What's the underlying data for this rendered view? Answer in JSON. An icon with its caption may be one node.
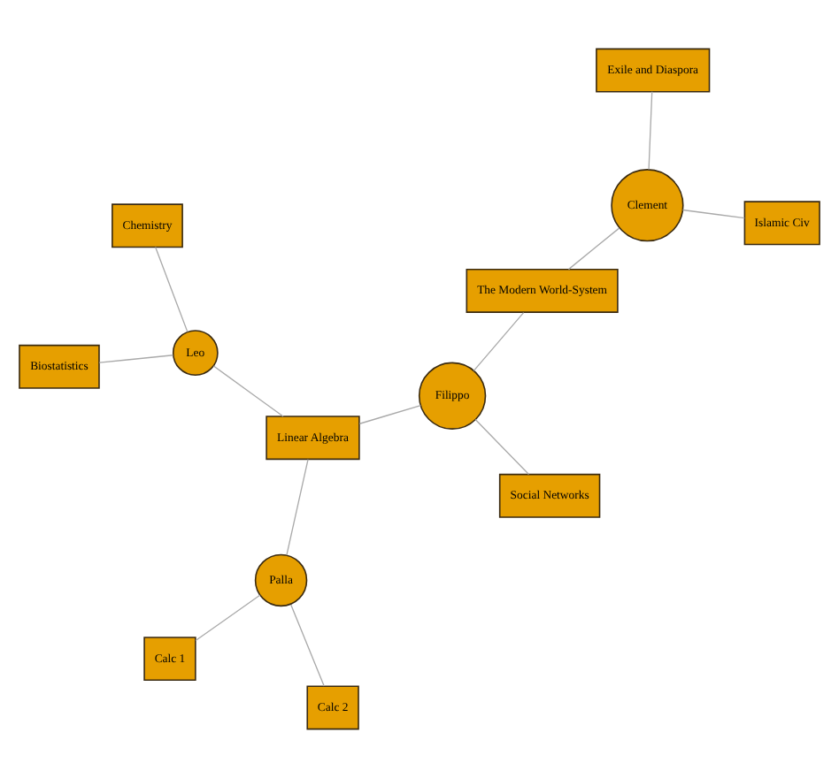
{
  "diagram": {
    "nodes": [
      {
        "text": [
          "Calc 1"
        ]
      },
      {
        "text": [
          "Calc 2"
        ]
      },
      {
        "text": [
          "Palla"
        ]
      },
      {
        "text": [
          "Exile and Diaspora"
        ]
      },
      {
        "text": [
          "Clement"
        ]
      },
      {
        "text": [
          "The Modern World-System"
        ]
      },
      {
        "text": [
          "Linear Algebra"
        ]
      },
      {
        "text": [
          "Islamic Civ"
        ]
      },
      {
        "text": [
          "Filippo"
        ]
      },
      {
        "text": [
          "Social Networks"
        ]
      },
      {
        "text": [
          "Leo"
        ]
      },
      {
        "text": [
          "Biostatistics"
        ]
      },
      {
        "text": [
          "Chemistry"
        ]
      }
    ],
    "edges": [
      {
        "from": 0,
        "to": 2,
        "arrow": "none"
      },
      {
        "from": 1,
        "to": 2,
        "arrow": "none"
      },
      {
        "from": 2,
        "to": 6,
        "arrow": "none"
      },
      {
        "from": 3,
        "to": 4,
        "arrow": "none"
      },
      {
        "from": 7,
        "to": 4,
        "arrow": "none"
      },
      {
        "from": 4,
        "to": 5,
        "arrow": "none"
      },
      {
        "from": 5,
        "to": 8,
        "arrow": "none"
      },
      {
        "from": 8,
        "to": 6,
        "arrow": "none"
      },
      {
        "from": 8,
        "to": 9,
        "arrow": "none"
      },
      {
        "from": 6,
        "to": 10,
        "arrow": "none"
      },
      {
        "from": 10,
        "to": 11,
        "arrow": "none"
      },
      {
        "from": 10,
        "to": 12,
        "arrow": "none"
      }
    ]
  }
}
